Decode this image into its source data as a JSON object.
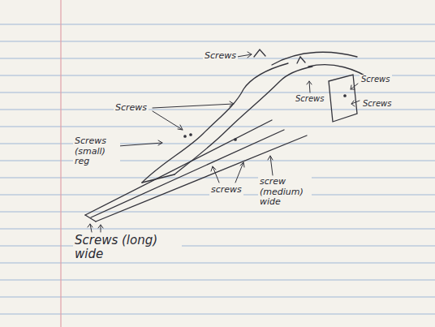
{
  "diagram": {
    "labels": [
      "Screws",
      "Screws",
      "Screws (small) reg",
      "Screws",
      "Screws",
      "Screws",
      "screws",
      "screw (medium) wide",
      "Screws (long) wide"
    ]
  }
}
